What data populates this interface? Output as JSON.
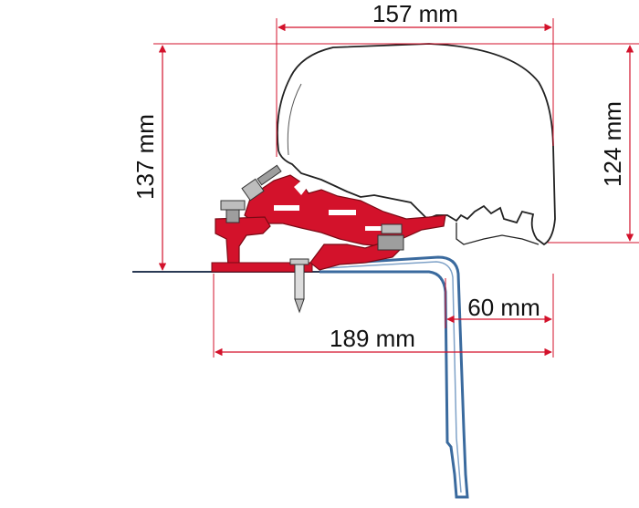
{
  "dimensions": {
    "top_width": "157 mm",
    "left_height": "137 mm",
    "right_height": "124 mm",
    "offset": "60 mm",
    "bottom_width": "189 mm"
  },
  "colors": {
    "dimension_lines": "#d3122b",
    "bracket": "#d3122b",
    "vehicle_profile": "#3a6a9e",
    "outline": "#222222"
  }
}
